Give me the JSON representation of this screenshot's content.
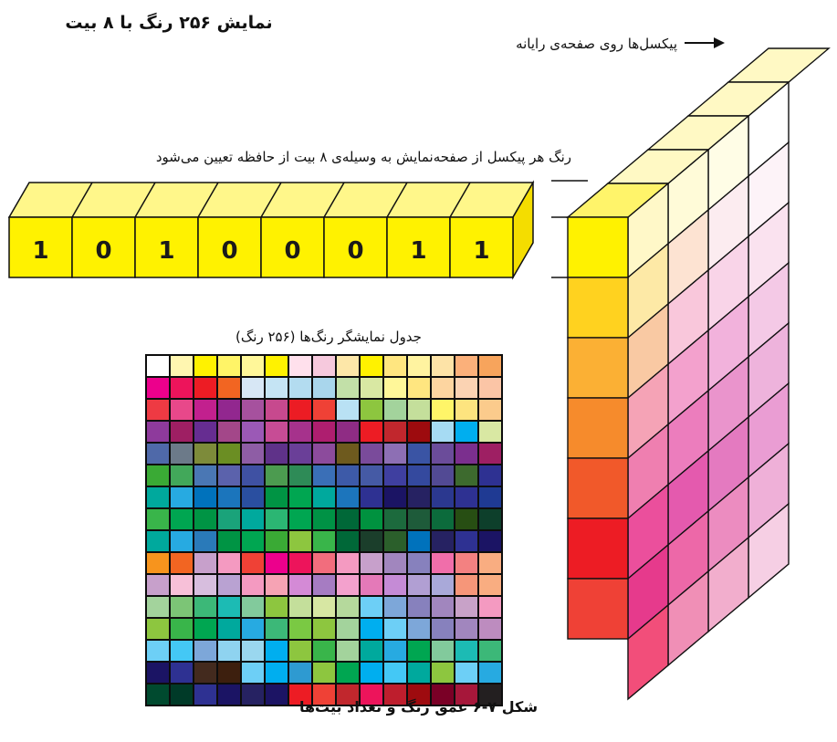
{
  "diagram": {
    "title": "نمایش ۲۵۶ رنگ با ۸ بیت",
    "pixels_label": "پیکسل‌ها روی صفحه‌ی رایانه",
    "bits_label": "رنگ هر پیکسل از صفحه‌نمایش به وسیله‌ی ۸ بیت از حافظه تعیین می‌شود",
    "bits": [
      "1",
      "0",
      "1",
      "0",
      "0",
      "0",
      "1",
      "1"
    ],
    "palette_label": "جدول نمایشگر رنگ‌ها (۲۵۶ رنگ)",
    "caption": "شکل ۷-۶ عمق رنگ و تعداد بیت‌ها"
  },
  "colors": {
    "bit_fill": "#fff200",
    "bit_top": "#fff78a",
    "bit_side": "#f4dd00",
    "outline": "#111111",
    "bit_text": "#1a1a1a",
    "pixel_front": [
      "#fff200",
      "#ffd21f",
      "#fbb034",
      "#f68b2c",
      "#f1592a",
      "#ed1c24",
      "#ef4136"
    ],
    "pixel_columns": [
      [
        "#fff8c8",
        "#fde9a6",
        "#f9c9a3",
        "#f5a3b6",
        "#ef7fb0",
        "#eb4f9c",
        "#e63a8c",
        "#f24e7a"
      ],
      [
        "#fffbd8",
        "#fde3d2",
        "#f9c7db",
        "#f3a1cd",
        "#ec7dbd",
        "#e45aae",
        "#ed68a8",
        "#f08fb6"
      ],
      [
        "#fffde6",
        "#fcecf0",
        "#f9d4e8",
        "#f2b2dc",
        "#ea94cc",
        "#e47ac0",
        "#ec8cc0",
        "#f2aecd"
      ],
      [
        "#ffffff",
        "#fdf3f8",
        "#fae2ef",
        "#f4c9e6",
        "#eeb3dc",
        "#ea9dd3",
        "#efb0d8",
        "#f6cfe4"
      ]
    ],
    "palette_rows": [
      [
        "#ffffff",
        "#fff6b0",
        "#fff200",
        "#fff467",
        "#fff799",
        "#fff200",
        "#ffe0ec",
        "#f6c9dd",
        "#fde7a8",
        "#fff200",
        "#ffe680",
        "#fff3a0",
        "#fde3a7",
        "#fbb07a",
        "#f7a45c"
      ],
      [
        "#ec008c",
        "#ed145b",
        "#ed1c24",
        "#f26522",
        "#d7e7f5",
        "#c5e4f4",
        "#b3dcf0",
        "#a9d6ec",
        "#c2e0a8",
        "#d9e8a3",
        "#fff799",
        "#ffe680",
        "#fdd5a0",
        "#fbd3b3",
        "#fbc5a6"
      ],
      [
        "#ee3a43",
        "#e8488a",
        "#c2208e",
        "#92278f",
        "#a6519e",
        "#c7498e",
        "#ec1c24",
        "#ef4136",
        "#b9e1f4",
        "#8dc63f",
        "#a3d39c",
        "#c4df9b",
        "#fff568",
        "#fde47f",
        "#fbcb8c"
      ],
      [
        "#8e3a9c",
        "#9e1f63",
        "#662d91",
        "#a34789",
        "#9b59b6",
        "#c74c95",
        "#a6328c",
        "#ae1e6f",
        "#8f2c84",
        "#ed1c24",
        "#c1272d",
        "#9d0b0e",
        "#a6dbf3",
        "#00aeef",
        "#d9e8a3"
      ],
      [
        "#4f69a9",
        "#6c7a89",
        "#7d8b3a",
        "#6b8e23",
        "#8e5da5",
        "#5f3289",
        "#6a3f98",
        "#8c4b9c",
        "#6e5a1e",
        "#7a4b9b",
        "#8d6fb4",
        "#3a54a4",
        "#6b4c9a",
        "#7b2f8e",
        "#9e1f63"
      ],
      [
        "#3aaa35",
        "#42a85a",
        "#4a77b4",
        "#5b62ac",
        "#3f51a3",
        "#4c9b50",
        "#2e8b57",
        "#3a6fb7",
        "#3d5aa8",
        "#455aa5",
        "#3f3fa0",
        "#34499e",
        "#524a94",
        "#3d6a2e",
        "#2e3192"
      ],
      [
        "#00a99d",
        "#27aae1",
        "#0072bc",
        "#1b75bc",
        "#2a4fa0",
        "#009444",
        "#00a651",
        "#00a99d",
        "#1c75bc",
        "#2e3192",
        "#1b1464",
        "#262262",
        "#2b388f",
        "#2e3192",
        "#1f3a93"
      ],
      [
        "#39b54a",
        "#00a651",
        "#009444",
        "#1aa37a",
        "#00a99d",
        "#2bb673",
        "#00a651",
        "#009245",
        "#006838",
        "#00923f",
        "#1c6a3d",
        "#1e5b3a",
        "#0c6b3c",
        "#274e13",
        "#0d3f2b"
      ],
      [
        "#00a99d",
        "#27aae1",
        "#2a7ab9",
        "#009444",
        "#00a651",
        "#3aaa35",
        "#8dc63f",
        "#39b54a",
        "#006838",
        "#1b3e2b",
        "#2b5f2b",
        "#0072bc",
        "#262262",
        "#2e3192",
        "#1b1464"
      ],
      [
        "#f7941d",
        "#f26522",
        "#c7a0cb",
        "#f49ac1",
        "#ef4136",
        "#ec008c",
        "#ed145b",
        "#f26d7d",
        "#f49ac1",
        "#c7a0cb",
        "#a186be",
        "#8781bd",
        "#f06eaa",
        "#f38181",
        "#f9ad81"
      ],
      [
        "#c7a0cb",
        "#f7c0d8",
        "#d7bede",
        "#b9a2d2",
        "#f49ac1",
        "#f6a3b4",
        "#d48ad6",
        "#a67cc2",
        "#f3a1cd",
        "#e479b8",
        "#c58bd6",
        "#b19fd3",
        "#a9a9d9",
        "#f69679",
        "#f9ad81"
      ],
      [
        "#a3d39c",
        "#7cc576",
        "#3cb878",
        "#1cbbb4",
        "#82ca9c",
        "#8dc63f",
        "#c4df9b",
        "#d7e7a3",
        "#b5d99c",
        "#6dcff6",
        "#7da7d9",
        "#8781bd",
        "#a186be",
        "#c8a2c8",
        "#f49ac1"
      ],
      [
        "#8dc63f",
        "#39b54a",
        "#00a651",
        "#00a99d",
        "#27aae1",
        "#3cb878",
        "#7ac943",
        "#8dc63f",
        "#a3d39c",
        "#00aeef",
        "#6dcff6",
        "#7da7d9",
        "#8781bd",
        "#a186be",
        "#bd8cbf"
      ],
      [
        "#6dcff6",
        "#44c8f5",
        "#7da7d9",
        "#8fd3f0",
        "#9ad7ef",
        "#00aeef",
        "#8dc63f",
        "#39b54a",
        "#a3d39c",
        "#00a99d",
        "#27aae1",
        "#00a651",
        "#82ca9c",
        "#1cbbb4",
        "#3cb878"
      ],
      [
        "#1b1464",
        "#2e3192",
        "#432a1e",
        "#3d1f0e",
        "#6dcff6",
        "#00aeef",
        "#2e9ad1",
        "#8dc63f",
        "#00a651",
        "#00aeef",
        "#44c8f5",
        "#00a99d",
        "#8dc63f",
        "#6dcff6",
        "#27aae1"
      ],
      [
        "#004a2f",
        "#003a28",
        "#2e3192",
        "#1b1464",
        "#262262",
        "#1c1464",
        "#ed1c24",
        "#ef4136",
        "#c1272d",
        "#ed145b",
        "#be1e2d",
        "#9e0b0f",
        "#7a0026",
        "#a6173a",
        "#231f20"
      ]
    ]
  }
}
